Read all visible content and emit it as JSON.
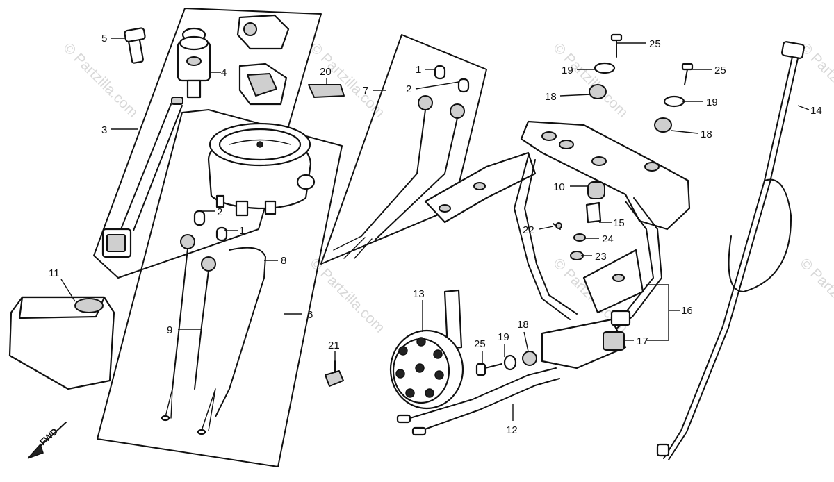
{
  "diagram": {
    "watermark": "© Partzilla.com",
    "fwd_label": "FWD",
    "callouts": [
      "1",
      "2",
      "3",
      "4",
      "5",
      "6",
      "7",
      "8",
      "9",
      "10",
      "11",
      "12",
      "13",
      "14",
      "15",
      "16",
      "17",
      "18",
      "19",
      "20",
      "21",
      "22",
      "23",
      "24",
      "25"
    ]
  }
}
